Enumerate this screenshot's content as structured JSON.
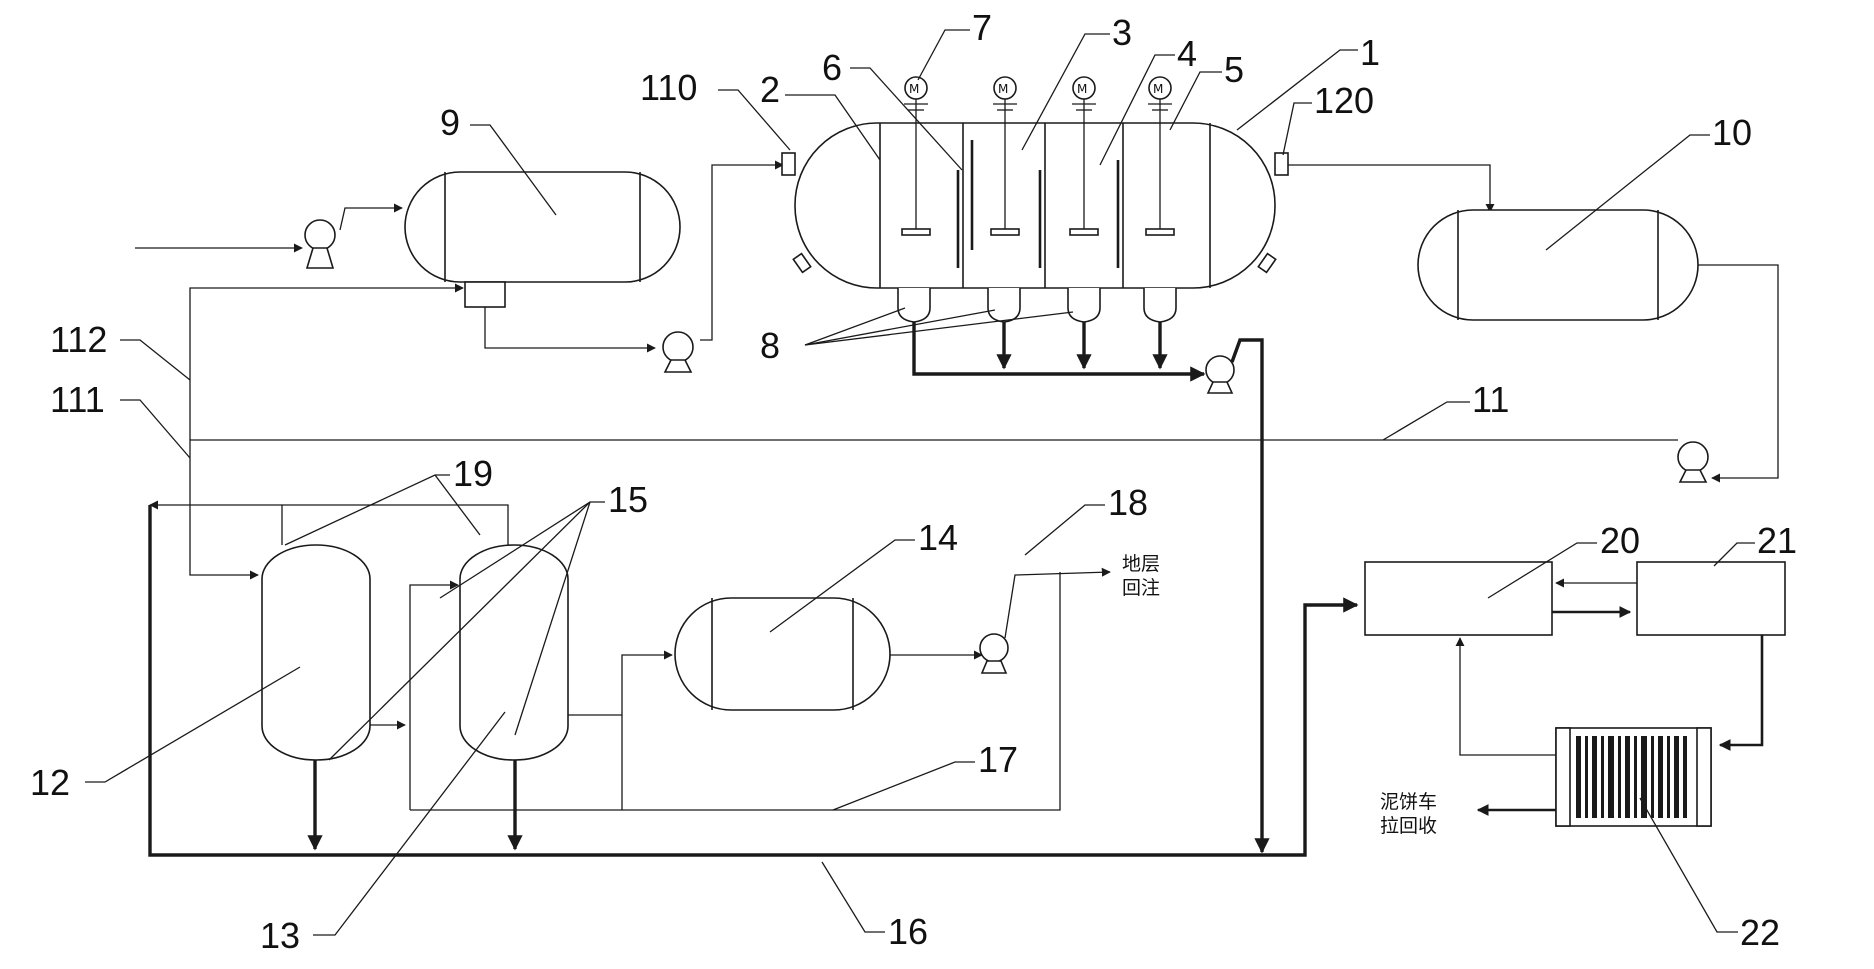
{
  "diagram": {
    "type": "process-flow",
    "notes": {
      "reinjection_line1": "地层",
      "reinjection_line2": "回注",
      "cake_line1": "泥饼车",
      "cake_line2": "拉回收"
    },
    "labels": {
      "l1": "1",
      "l2": "2",
      "l3": "3",
      "l4": "4",
      "l5": "5",
      "l6": "6",
      "l7": "7",
      "l8": "8",
      "l9": "9",
      "l10": "10",
      "l11": "11",
      "l12": "12",
      "l13": "13",
      "l14": "14",
      "l15": "15",
      "l16": "16",
      "l17": "17",
      "l18": "18",
      "l19": "19",
      "l20": "20",
      "l21": "21",
      "l22": "22",
      "l110": "110",
      "l111": "111",
      "l112": "112",
      "l120": "120"
    }
  }
}
